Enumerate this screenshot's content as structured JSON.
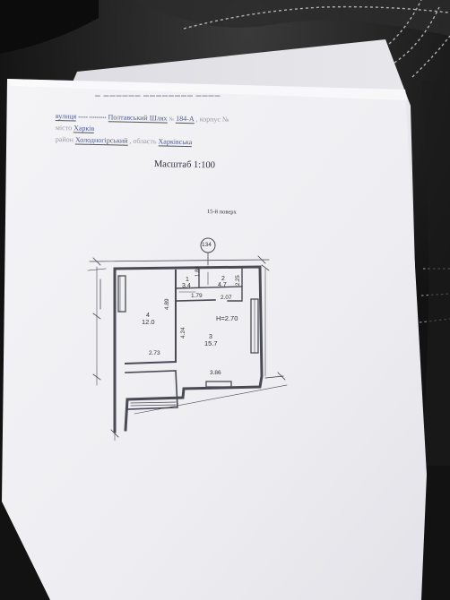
{
  "header": {
    "line1_stub": "вулиця",
    "line1_street": "Полтавський Шлях",
    "line1_number": "184-А",
    "line1_tail": ", корпус №",
    "line2_prefix": "місто",
    "line2_city": "Харків",
    "line3_prefix": "район",
    "line3_district": "Холодногірський",
    "line3_region_prefix": ", область",
    "line3_region": "Харківська"
  },
  "scale_label": "Масштаб 1:100",
  "floor_label": "15-й поверх",
  "axis_label": "134",
  "rooms": [
    {
      "number": "1",
      "area": "3.4"
    },
    {
      "number": "2",
      "area": "4.7"
    },
    {
      "number": "3",
      "area": "15.7"
    },
    {
      "number": "4",
      "area": "12.0"
    }
  ],
  "ceiling_height": "H=2.70",
  "dimensions": {
    "d188": "1.88",
    "d225": "2.25",
    "d179": "1.79",
    "d207": "2.07",
    "d489": "4.89",
    "d424": "4.24",
    "d273": "2.73",
    "d386": "3.86"
  }
}
